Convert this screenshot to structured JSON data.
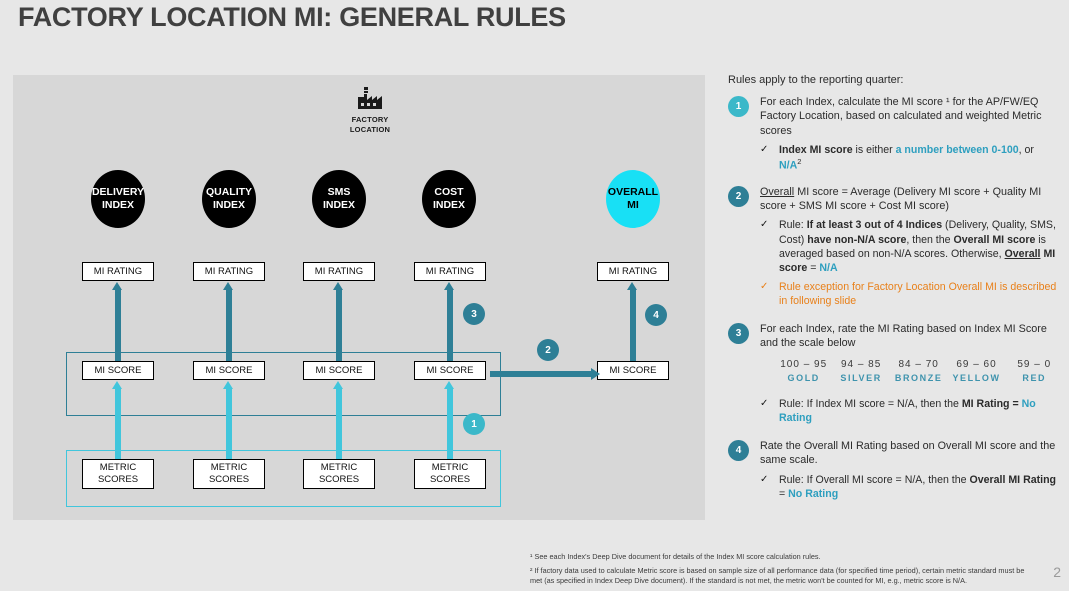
{
  "title": "FACTORY LOCATION MI: GENERAL RULES",
  "page_number": "2",
  "colors": {
    "page_bg": "#e7e7e7",
    "panel_bg": "#d7d7d7",
    "index_circle": "#000000",
    "overall_circle": "#18e0f5",
    "arrow_dark": "#2e7f96",
    "arrow_light": "#41c6dc",
    "badge_light": "#3bb8c9",
    "badge_dark": "#2e7f96",
    "accent_teal": "#2e9fbf",
    "exception_orange": "#e8801a"
  },
  "diagram": {
    "factory": {
      "icon": "factory-icon",
      "label_line1": "FACTORY",
      "label_line2": "LOCATION"
    },
    "columns": [
      {
        "index_line1": "DELIVERY",
        "index_line2": "INDEX",
        "rating": "MI RATING",
        "score": "MI SCORE",
        "metric_line1": "METRIC",
        "metric_line2": "SCORES"
      },
      {
        "index_line1": "QUALITY",
        "index_line2": "INDEX",
        "rating": "MI RATING",
        "score": "MI SCORE",
        "metric_line1": "METRIC",
        "metric_line2": "SCORES"
      },
      {
        "index_line1": "SMS",
        "index_line2": "INDEX",
        "rating": "MI RATING",
        "score": "MI SCORE",
        "metric_line1": "METRIC",
        "metric_line2": "SCORES"
      },
      {
        "index_line1": "COST",
        "index_line2": "INDEX",
        "rating": "MI RATING",
        "score": "MI SCORE",
        "metric_line1": "METRIC",
        "metric_line2": "SCORES"
      }
    ],
    "overall": {
      "circle_line1": "OVERALL",
      "circle_line2": "MI",
      "rating": "MI RATING",
      "score": "MI SCORE"
    },
    "badges": {
      "b1": "1",
      "b2": "2",
      "b3": "3",
      "b4": "4"
    }
  },
  "rules": {
    "intro": "Rules apply to the reporting quarter:",
    "items": [
      {
        "number": "1",
        "badge_style": "light",
        "text": "For each Index, calculate the MI score ¹ for the AP/FW/EQ Factory Location, based on calculated and weighted Metric scores"
      },
      {
        "number": "2",
        "badge_style": "dark",
        "text": "Overall MI score  =  Average (Delivery MI score  +  Quality MI score  +  SMS MI score  +  Cost MI score)"
      },
      {
        "number": "3",
        "badge_style": "dark",
        "text": "For each Index, rate the MI Rating based on Index MI Score and the scale below"
      },
      {
        "number": "4",
        "badge_style": "dark",
        "text": "Rate the Overall MI Rating based on Overall MI score and the same scale."
      }
    ],
    "sub_1": {
      "prefix": "Index MI score",
      "mid": " is either ",
      "highlight1": "a number between 0-100",
      "mid2": ", or ",
      "highlight2": "N/A",
      "footnote_mark": "2"
    },
    "sub_2a": {
      "p1": "Rule: ",
      "b1": "If at least 3 out of 4 Indices",
      "p2": " (Delivery, Quality, SMS, Cost) ",
      "b2": "have non-N/A score",
      "p3": ", then the ",
      "b3": "Overall MI score",
      "p4": " is averaged based on non-N/A scores. Otherwise, ",
      "b4": "Overall",
      "p5": " ",
      "b5": "MI score",
      "p6": " = ",
      "highlight": "N/A"
    },
    "sub_2b": "Rule exception for Factory Location Overall MI is described in following slide",
    "sub_3": {
      "p1": "Rule: If Index MI score = N/A, then the ",
      "b1": "MI Rating =",
      "highlight": "No Rating"
    },
    "sub_4": {
      "p1": "Rule: If Overall MI score = N/A, then the ",
      "b1": "Overall MI Rating",
      "p2": " = ",
      "highlight": "No Rating"
    },
    "scale": [
      {
        "range": "100 – 95",
        "label": "GOLD"
      },
      {
        "range": "94 – 85",
        "label": "SILVER"
      },
      {
        "range": "84 – 70",
        "label": "BRONZE"
      },
      {
        "range": "69 – 60",
        "label": "YELLOW"
      },
      {
        "range": "59 – 0",
        "label": "RED"
      }
    ]
  },
  "footnotes": {
    "fn1": "¹ See each Index's Deep Dive document for details of the Index MI score calculation rules.",
    "fn2": "² If factory data used to calculate Metric score is based on sample size of all performance data (for specified time period), certain metric standard must be met (as specified in Index Deep Dive document). If the standard is not met, the metric won't be counted for MI, e.g., metric score is N/A."
  }
}
